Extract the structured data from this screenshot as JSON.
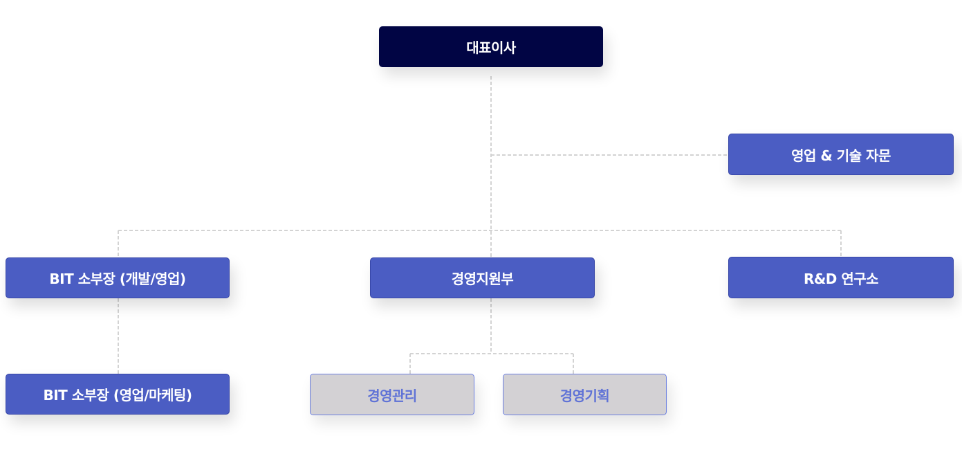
{
  "org_chart": {
    "ceo": {
      "label": "대표이사"
    },
    "advisory": {
      "label": "영업 & 기술 자문"
    },
    "bit_dev": {
      "label": "BIT 소부장 (개발/영업)"
    },
    "management_support": {
      "label": "경영지원부"
    },
    "rnd": {
      "label": "R&D 연구소"
    },
    "bit_marketing": {
      "label": "BIT 소부장 (영업/마케팅)"
    },
    "admin": {
      "label": "경영관리"
    },
    "planning": {
      "label": "경영기획"
    }
  },
  "colors": {
    "ceo_bg": "#010544",
    "dept_bg": "#4b5dc3",
    "team_bg": "#d3d1d4",
    "team_text": "#5f72d6",
    "connector": "#d3d3d3"
  }
}
